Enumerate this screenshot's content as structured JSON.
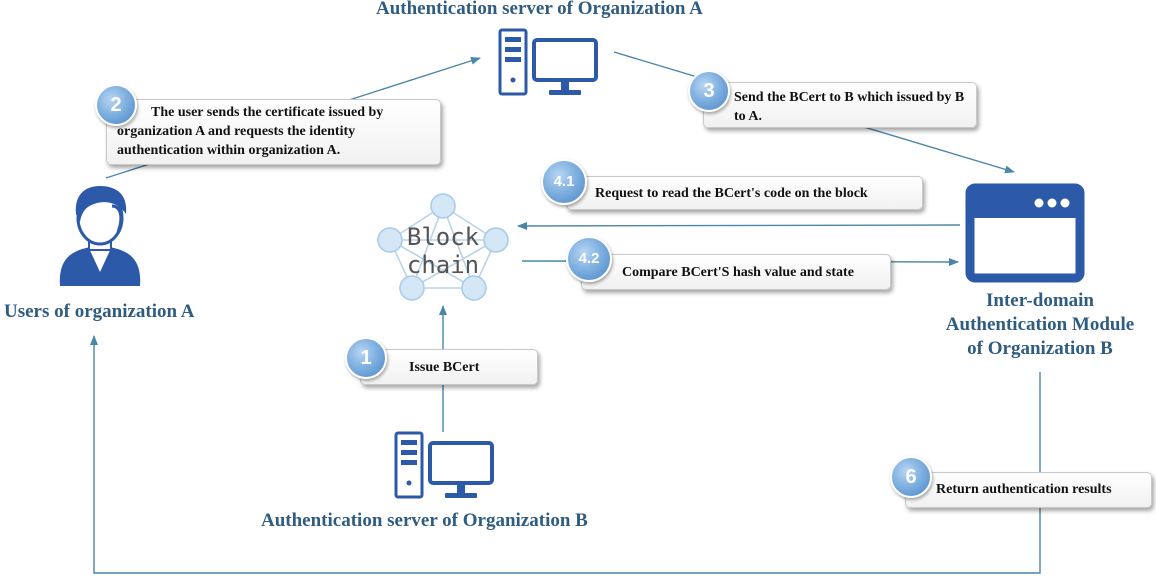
{
  "nodes": {
    "server_a": "Authentication server of Organization A",
    "server_b": "Authentication server of Organization B",
    "users_a": "Users of organization A",
    "interdomain": [
      "Inter-domain",
      "Authentication Module",
      "of Organization B"
    ],
    "blockchain": [
      "Block",
      "chain"
    ]
  },
  "steps": [
    {
      "num": "1",
      "text": "Issue BCert"
    },
    {
      "num": "2",
      "text": "The user sends the certificate issued by organization A and requests the identity authentication within organization A."
    },
    {
      "num": "3",
      "text": "Send the BCert to B which issued by B to A."
    },
    {
      "num": "4.1",
      "text": "Request to read the BCert's code on the block"
    },
    {
      "num": "4.2",
      "text": "Compare BCert'S hash value and state"
    },
    {
      "num": "6",
      "text": "Return authentication results"
    }
  ],
  "colors": {
    "icon_blue": "#2c5aa8",
    "line": "#4a86a8",
    "label": "#2f5c80",
    "badge": "#6fa3d8",
    "chain_node": "#d4e7f7"
  }
}
